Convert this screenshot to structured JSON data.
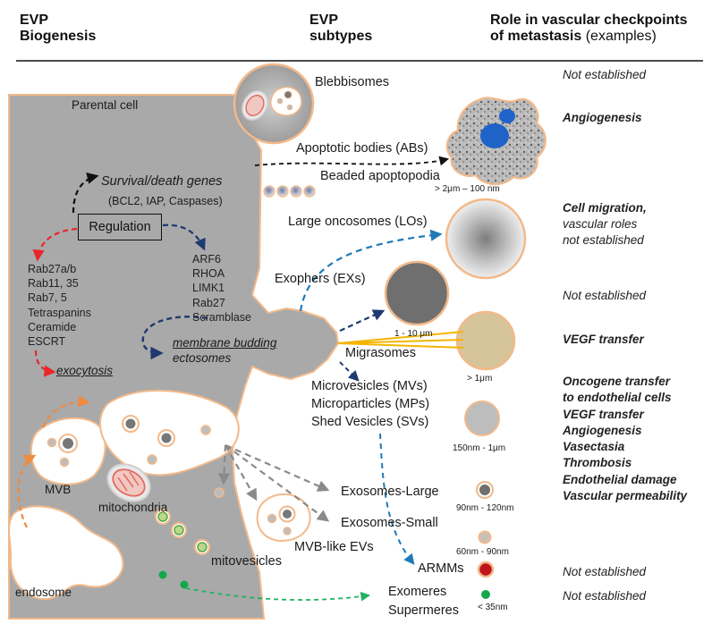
{
  "headers": {
    "col1_line1": "EVP",
    "col1_line2": "Biogenesis",
    "col2_line1": "EVP",
    "col2_line2": "subtypes",
    "col3_line1": "Role in vascular checkpoints",
    "col3_line2": "of metastasis",
    "col3_note": "(examples)"
  },
  "biogenesis": {
    "parental_cell": "Parental cell",
    "survival_genes": "Survival/death genes",
    "survival_examples": "(BCL2, IAP, Caspases)",
    "regulation": "Regulation",
    "exo_genes": [
      "Rab27a/b",
      "Rab11, 35",
      "Rab7, 5",
      "Tetraspanins",
      "Ceramide",
      "ESCRT"
    ],
    "exocytosis": "exocytosis",
    "budding_genes": [
      "ARF6",
      "RHOA",
      "LIMK1",
      "Rab27",
      "Scramblase"
    ],
    "membrane_budding": "membrane budding",
    "ectosomes": "ectosomes",
    "mvb": "MVB",
    "mitochondria": "mitochondria",
    "mitovesicles": "mitovesicles",
    "endosome": "endosome"
  },
  "subtypes": {
    "blebbisomes": "Blebbisomes",
    "apoptotic_bodies": "Apoptotic bodies (ABs)",
    "beaded_apoptopodia": "Beaded apoptopodia",
    "large_oncosomes": "Large oncosomes (LOs)",
    "exophers": "Exophers (EXs)",
    "migrasomes": "Migrasomes",
    "microvesicles": "Microvesicles (MVs)",
    "microparticles": "Microparticles (MPs)",
    "shed_vesicles": "Shed Vesicles (SVs)",
    "exosomes_large": "Exosomes-Large",
    "exosomes_small": "Exosomes-Small",
    "mvb_like": "MVB-like EVs",
    "armms": "ARMMs",
    "exomeres": "Exomeres",
    "supermeres": "Supermeres"
  },
  "sizes": {
    "apoptotic": "> 2μm – 100 nm",
    "oncosome": "1 - 10 μm",
    "migrasome": "> 1μm",
    "microvesicle": "150nm  -  1μm",
    "exo_large": "90nm  - 120nm",
    "exo_small": "60nm  -  90nm",
    "exomere": "< 35nm"
  },
  "roles": {
    "blebbisomes": "Not established",
    "apoptotic": "Angiogenesis",
    "oncosome_1": "Cell migration,",
    "oncosome_2": "vascular roles",
    "oncosome_3": "not established",
    "exophers": "Not established",
    "migrasomes": "VEGF transfer",
    "mv_list": [
      "Oncogene transfer",
      "to endothelial cells",
      "VEGF transfer",
      "Angiogenesis",
      "Vasectasia",
      "Thrombosis",
      "Endothelial damage",
      "Vascular permeability"
    ],
    "armms": "Not established",
    "exomeres": "Not established"
  },
  "colors": {
    "cell_fill": "#a9a9a9",
    "membrane": "#f2b98a",
    "red_arrow": "#e8262b",
    "orange_arrow": "#f08a3c",
    "navy_arrow": "#1f3a6e",
    "blue_arrow": "#1f7ab8",
    "gray_arrow": "#8a8a8a",
    "green_arrow": "#22b060",
    "migrasome_fill": "#d6c49a",
    "armm_red": "#c0141c",
    "exomere_green": "#14a84a"
  }
}
